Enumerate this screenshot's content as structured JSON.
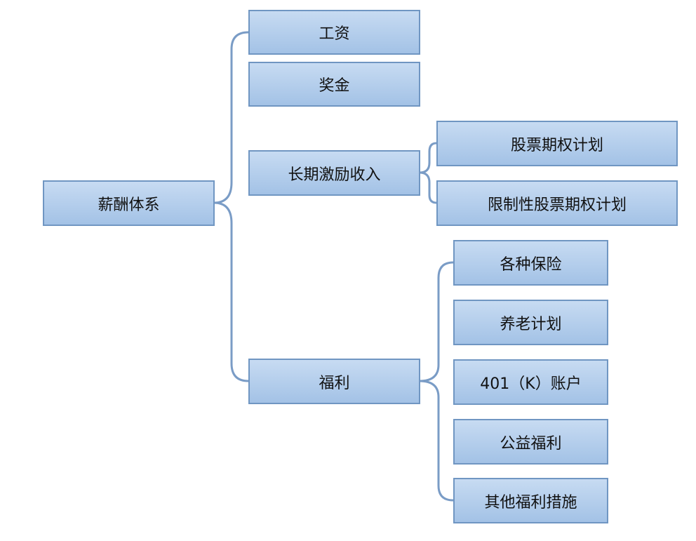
{
  "root": "薪酬体系",
  "level1": [
    "工资",
    "奖金",
    "长期激励收入",
    "福利"
  ],
  "long_term": [
    "股票期权计划",
    "限制性股票期权计划"
  ],
  "benefits": [
    "各种保险",
    "养老计划",
    "401（K）账户",
    "公益福利",
    "其他福利措施"
  ],
  "colors": {
    "line": "#7a9cc6",
    "border": "#7096c2"
  }
}
